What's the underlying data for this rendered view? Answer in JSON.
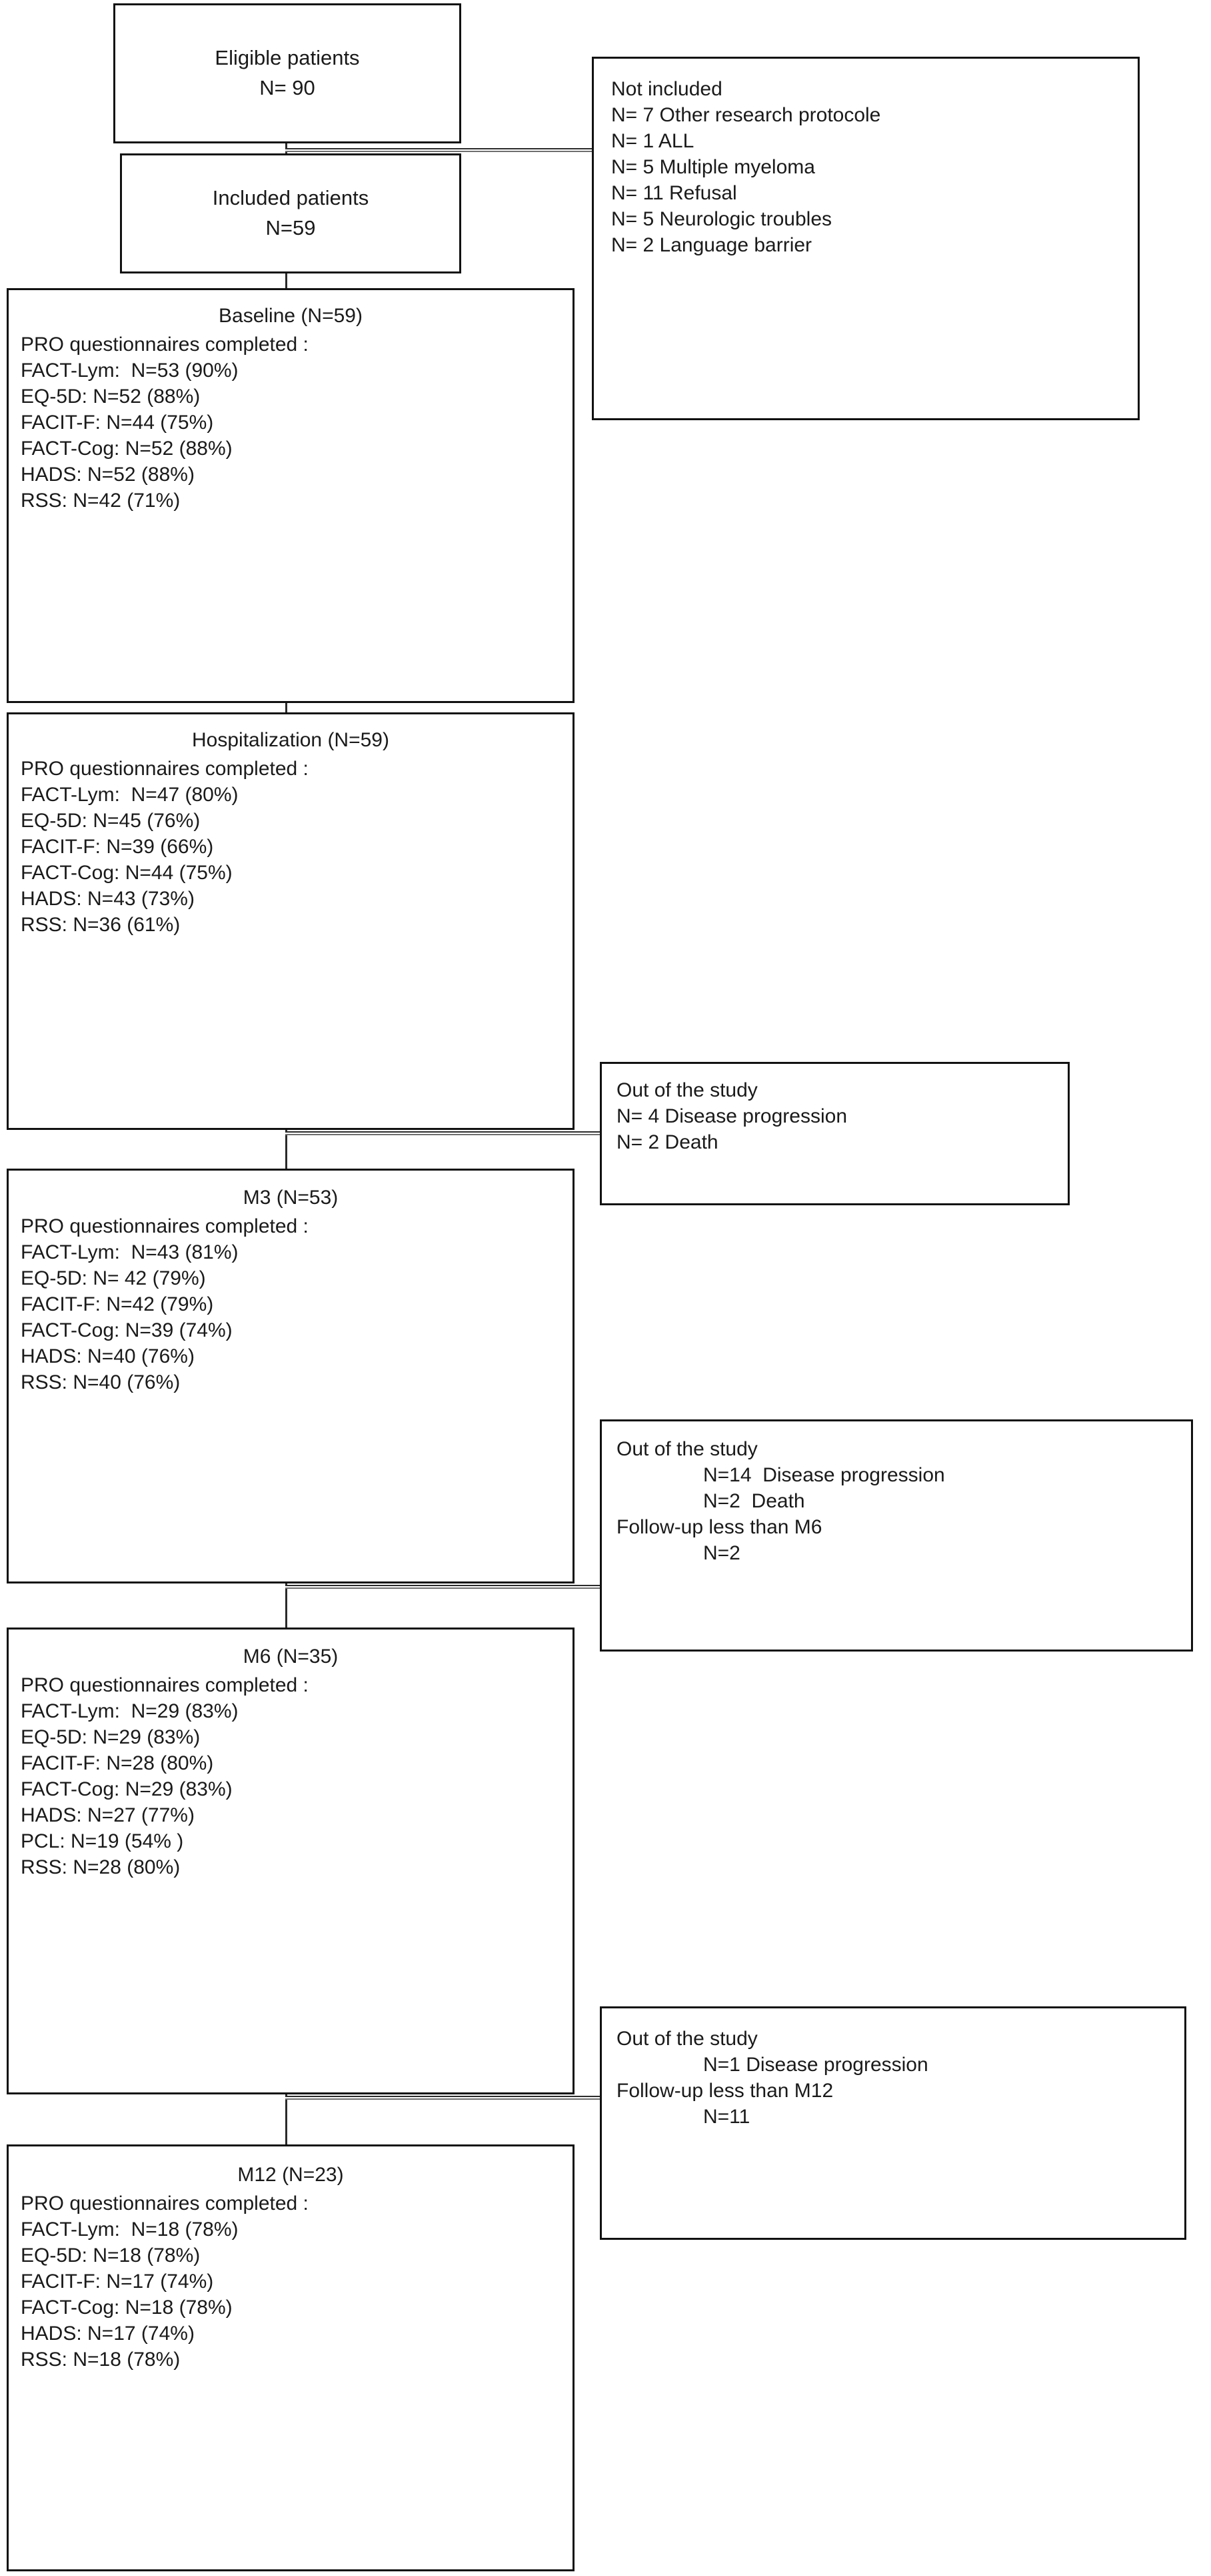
{
  "diagram": {
    "title": "Patient flow diagram",
    "colors": {
      "border": "#111111",
      "text": "#1a1a1a",
      "connector": "#2b2b2b",
      "background": "#ffffff"
    }
  },
  "nodes": {
    "eligible": {
      "name": "Eligible patients",
      "line1": "Eligible patients",
      "line2": "N= 90"
    },
    "included": {
      "name": "Included patients",
      "line1": "Included patients",
      "line2": "N=59"
    },
    "not_included": {
      "heading": "Not included",
      "items": [
        "N= 7 Other research protocole",
        "N= 1 ALL",
        "N= 5 Multiple myeloma",
        "N= 11 Refusal",
        "N= 5 Neurologic troubles",
        "N= 2 Language barrier"
      ]
    },
    "baseline": {
      "title": "Baseline (N=59)",
      "subtitle": "PRO questionnaires completed :",
      "items": [
        "FACT-Lym:  N=53 (90%)",
        "EQ-5D: N=52 (88%)",
        "FACIT-F: N=44 (75%)",
        "FACT-Cog: N=52 (88%)",
        "HADS: N=52 (88%)",
        "RSS: N=42 (71%)"
      ]
    },
    "hospitalization": {
      "title": "Hospitalization (N=59)",
      "subtitle": "PRO questionnaires completed :",
      "items": [
        "FACT-Lym:  N=47 (80%)",
        "EQ-5D: N=45 (76%)",
        "FACIT-F: N=39 (66%)",
        "FACT-Cog: N=44 (75%)",
        "HADS: N=43 (73%)",
        "RSS: N=36 (61%)"
      ]
    },
    "out1": {
      "heading": "Out of the study",
      "items": [
        "N= 4 Disease progression",
        "N= 2 Death"
      ]
    },
    "m3": {
      "title": "M3 (N=53)",
      "subtitle": "PRO questionnaires completed :",
      "items": [
        "FACT-Lym:  N=43 (81%)",
        "EQ-5D: N= 42 (79%)",
        "FACIT-F: N=42 (79%)",
        "FACT-Cog: N=39 (74%)",
        "HADS: N=40 (76%)",
        "RSS: N=40 (76%)"
      ]
    },
    "out2": {
      "heading": "Out of the study",
      "indented_items": [
        "N=14  Disease progression",
        "N=2  Death"
      ],
      "subheading": "Follow-up less than M6",
      "subheading_value": "N=2"
    },
    "m6": {
      "title": "M6 (N=35)",
      "subtitle": "PRO questionnaires completed :",
      "items": [
        "FACT-Lym:  N=29 (83%)",
        "EQ-5D: N=29 (83%)",
        "FACIT-F: N=28 (80%)",
        "FACT-Cog: N=29 (83%)",
        "HADS: N=27 (77%)",
        "PCL: N=19 (54% )",
        "RSS: N=28 (80%)"
      ]
    },
    "out3": {
      "heading": "Out of the study",
      "indented_items": [
        "N=1 Disease progression"
      ],
      "subheading": "Follow-up less than M12",
      "subheading_value": "N=11"
    },
    "m12": {
      "title": "M12 (N=23)",
      "subtitle": "PRO questionnaires completed :",
      "items": [
        "FACT-Lym:  N=18 (78%)",
        "EQ-5D: N=18 (78%)",
        "FACIT-F: N=17 (74%)",
        "FACT-Cog: N=18 (78%)",
        "HADS: N=17 (74%)",
        "RSS: N=18 (78%)"
      ]
    }
  }
}
